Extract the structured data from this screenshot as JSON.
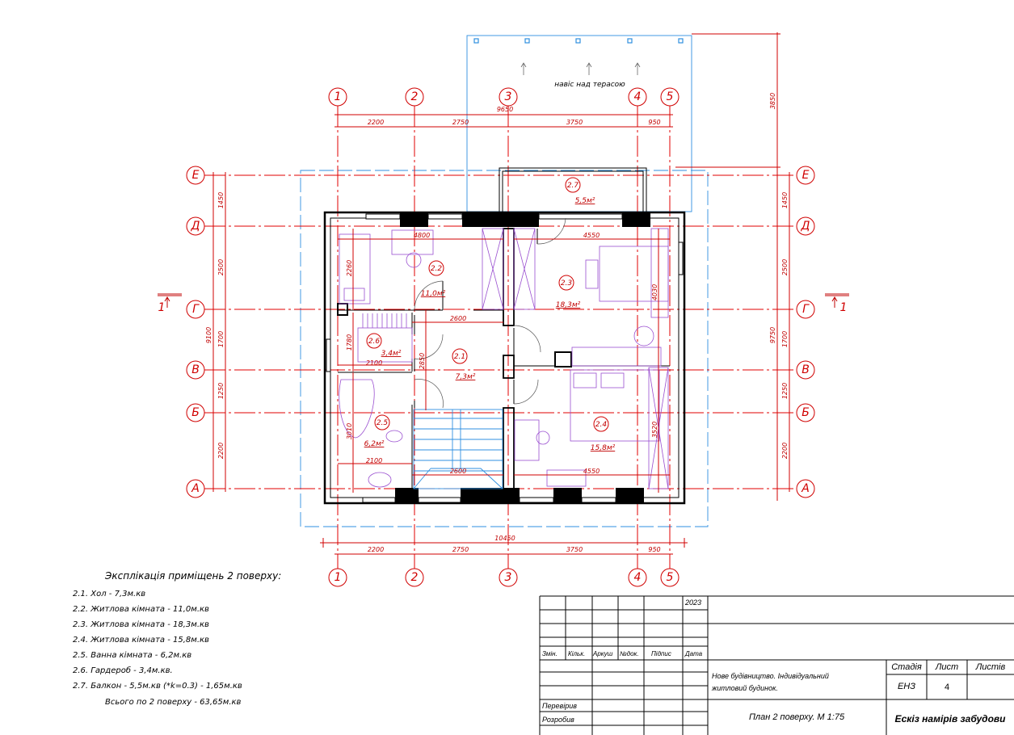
{
  "canopy": {
    "label": "навіс над терасою",
    "depth": "3850"
  },
  "axes": {
    "vertical": [
      "1",
      "2",
      "3",
      "4",
      "5"
    ],
    "horizontal": [
      "Е",
      "Д",
      "Г",
      "В",
      "Б",
      "А"
    ]
  },
  "section_marker": {
    "left": "1",
    "right": "1"
  },
  "dimensions": {
    "top_total": "9650",
    "top_segments": [
      "2200",
      "2750",
      "3750",
      "950"
    ],
    "bottom_total": "10450",
    "bottom_segments": [
      "2200",
      "2750",
      "3750",
      "950"
    ],
    "left_total": "9100",
    "right_total": "9750",
    "side_segments": [
      "1450",
      "2500",
      "1700",
      "1250",
      "2200"
    ],
    "interior": {
      "r22_width": "4800",
      "r23_width": "4550",
      "hall_top": "2600",
      "r26_width": "2100",
      "r25_width": "2100",
      "stair_width": "2600",
      "r24_width": "4550",
      "r22_depth": "2260",
      "r26_depth": "1780",
      "hall_depth": "2850",
      "r25_depth": "3010",
      "r23_depth": "4030",
      "r24_depth": "3520"
    }
  },
  "rooms": [
    {
      "id": "2.1",
      "area": "7,3м²"
    },
    {
      "id": "2.2",
      "area": "11,0м²"
    },
    {
      "id": "2.3",
      "area": "18,3м²"
    },
    {
      "id": "2.4",
      "area": "15,8м²"
    },
    {
      "id": "2.5",
      "area": "6,2м²"
    },
    {
      "id": "2.6",
      "area": "3,4м²"
    },
    {
      "id": "2.7",
      "area": "5,5м²"
    }
  ],
  "explication": {
    "title": "Эксплікація приміщень 2 поверху:",
    "items": [
      "2.1. Хол - 7,3м.кв",
      "2.2. Житлова кімната - 11,0м.кв",
      "2.3. Житлова кімната - 18,3м.кв",
      "2.4. Житлова кімната - 15,8м.кв",
      "2.5. Ванна кімната - 6,2м.кв",
      "2.6. Гардероб - 3,4м.кв.",
      "2.7. Балкон - 5,5м.кв (*k=0.3) - 1,65м.кв"
    ],
    "total": "Всього по 2 поверху - 63,65м.кв"
  },
  "title_block": {
    "year": "2023",
    "headers": [
      "Змін.",
      "Кільк.",
      "Аркуш",
      "№док.",
      "Підпис",
      "Дата"
    ],
    "checked": "Перевірив",
    "developed": "Розробив",
    "project_line1": "Нове будівництво.  Індивідуальний",
    "project_line2": "житловий будинок.",
    "sheet_title": "План 2 поверху.  М 1:75",
    "stage_label": "Стадія",
    "sheet_label": "Лист",
    "sheets_label": "Листів",
    "stage": "ЕНЗ",
    "sheet": "4",
    "doc_title": "Ескіз намірів забудови"
  }
}
